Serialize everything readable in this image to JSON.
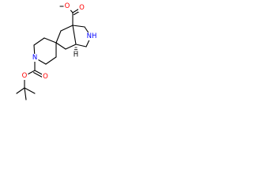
{
  "molecule": {
    "atom_labels": {
      "ester_carbonyl_oxygen": "O",
      "ester_ether_oxygen": "O",
      "pyrrolidine_nitrogen": "NH",
      "piperidine_nitrogen": "N",
      "boc_carbonyl_oxygen": "O",
      "boc_ether_oxygen": "O",
      "stereo_hydrogen": "H"
    },
    "colors": {
      "oxygen": "#ff0000",
      "nitrogen": "#0000ff",
      "bond": "#000000",
      "carbon_hydrogen": "#000000"
    }
  }
}
